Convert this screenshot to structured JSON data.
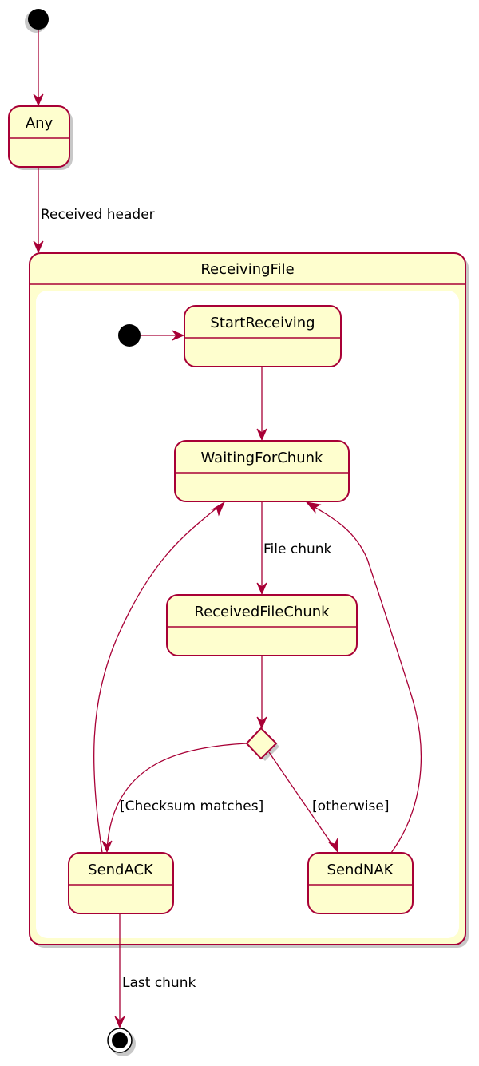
{
  "diagram": {
    "type": "state-diagram",
    "states": {
      "any": "Any",
      "receiving_file": "ReceivingFile",
      "start_receiving": "StartReceiving",
      "waiting_for_chunk": "WaitingForChunk",
      "received_file_chunk": "ReceivedFileChunk",
      "send_ack": "SendACK",
      "send_nak": "SendNAK"
    },
    "transitions": {
      "received_header": "Received header",
      "file_chunk": "File chunk",
      "checksum_matches": "[Checksum matches]",
      "otherwise": "[otherwise]",
      "last_chunk": "Last chunk"
    },
    "colors": {
      "state_fill": "#FEFECE",
      "border": "#A80036",
      "initial_final": "#000000"
    }
  }
}
